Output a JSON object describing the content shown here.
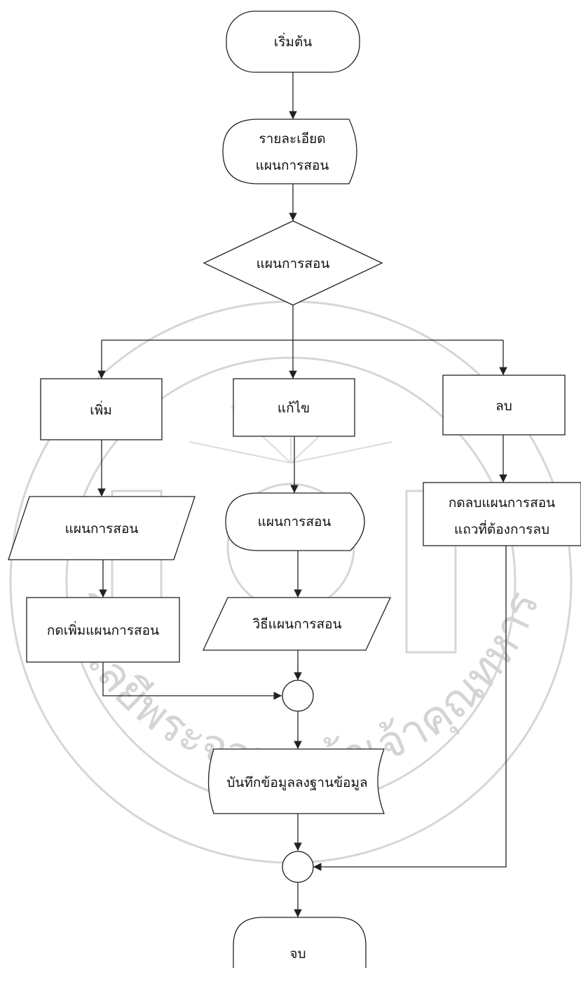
{
  "flowchart": {
    "start": "เริ่มต้น",
    "details": [
      "รายละเอียด",
      "แผนการสอน"
    ],
    "decision": "แผนการสอน",
    "add": "เพิ่ม",
    "edit": "แก้ไข",
    "delete": "ลบ",
    "add_input": "แผนการสอน",
    "edit_display": "แผนการสอน",
    "delete_process": [
      "กดลบแผนการสอน",
      "แถวที่ต้องการลบ"
    ],
    "add_process": "กดเพิ่มแผนการสอน",
    "edit_input": "วิธีแผนการสอน",
    "save": "บันทึกข้อมูลลงฐานข้อมูล",
    "end": "จบ"
  },
  "watermark": {
    "text": "สถาบันเทคโนโลยีพระจอมเกล้าเจ้าคุณทหารลาดกระบัง"
  }
}
